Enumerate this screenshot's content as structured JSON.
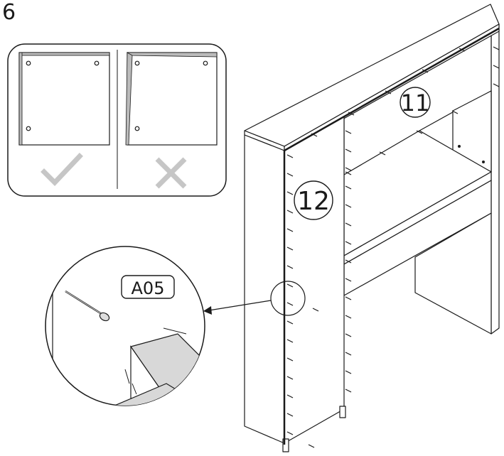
{
  "step": {
    "number": "6"
  },
  "parts": {
    "top_panel": {
      "label": "11"
    },
    "side_panel": {
      "label": "12"
    }
  },
  "hardware": {
    "code": "A05",
    "icon": "nail-icon"
  },
  "check": {
    "correct_icon": "checkmark-icon",
    "wrong_icon": "cross-icon"
  },
  "colors": {
    "line": "#1a1a1a",
    "mark_gray": "#c6c6c6",
    "panel_shade": "#d8d8d8"
  }
}
